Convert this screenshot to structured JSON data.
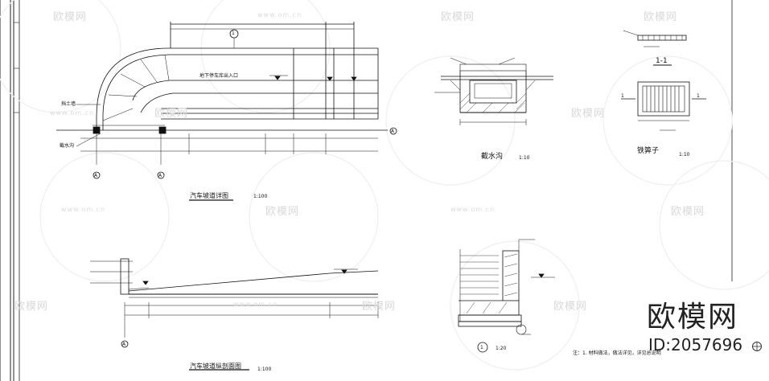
{
  "watermark": {
    "url": "www.om.cn",
    "logo_text": "欧模网"
  },
  "brand": {
    "name": "欧模网",
    "id_label": "ID:2057696"
  },
  "plan_view": {
    "entrance_label": "地下停车库出入口",
    "wall_label": "挡土墙",
    "drain_label": "截水沟",
    "title": "汽车坡道详图",
    "scale": "1:100",
    "axis_label": "A",
    "section_marker": "1"
  },
  "trench_detail": {
    "title": "截水沟",
    "scale": "1:10"
  },
  "grate_detail": {
    "section_title": "1-1",
    "title": "铁箅子",
    "scale": "1:10",
    "cut_mark": "1"
  },
  "longitudinal_section": {
    "title": "汽车坡道纵剖面图",
    "scale": "1:100",
    "axis_label": "A"
  },
  "wall_detail": {
    "marker": "1",
    "scale": "1:20",
    "note": "注：1. 材料做法，做法详见，详见总说明"
  }
}
